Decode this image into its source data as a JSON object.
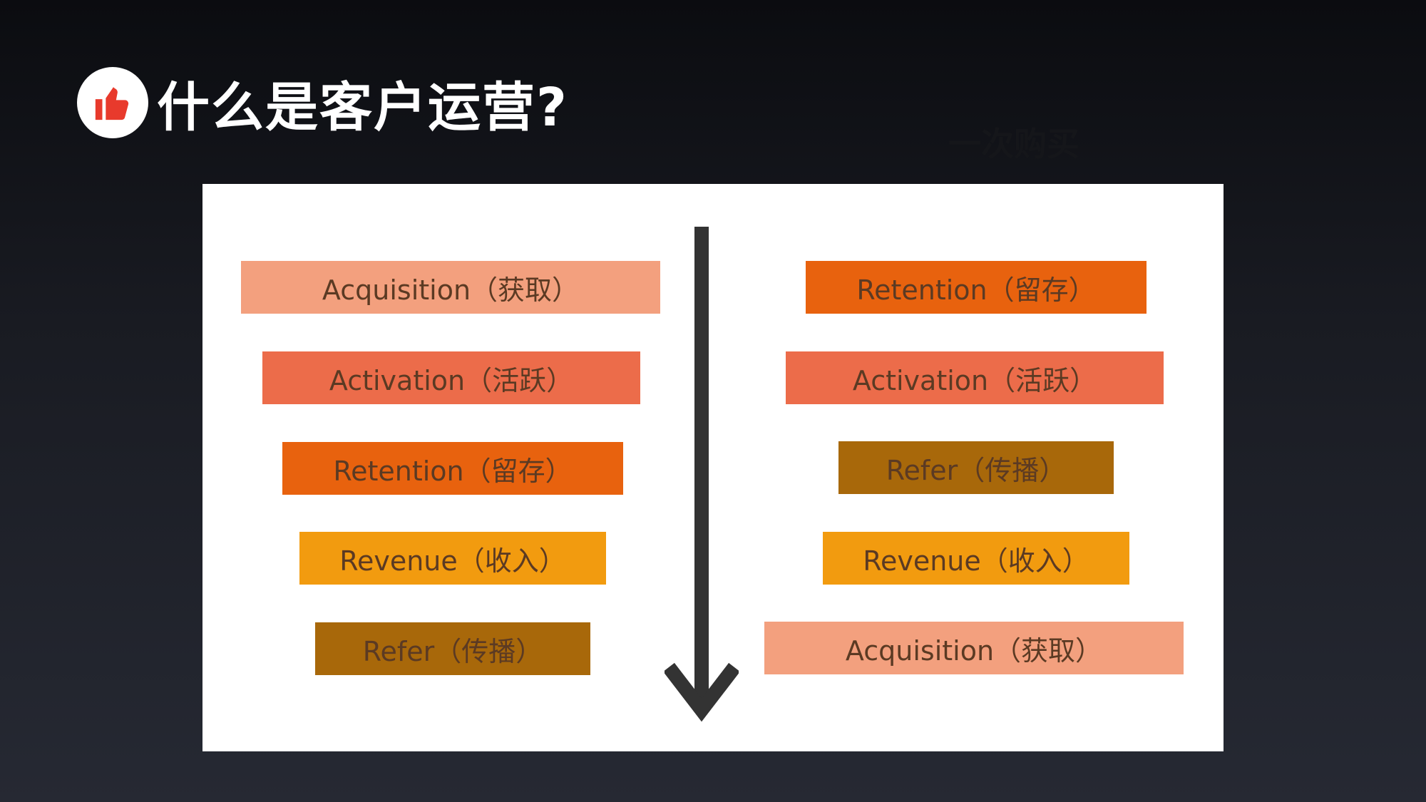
{
  "slide": {
    "title": "什么是客户运营?",
    "subtitle": "一次购买",
    "badge_icon": "thumbs-up-icon"
  },
  "colors": {
    "acquisition": "#f3a07e",
    "activation": "#ec6c4a",
    "retention": "#e8620e",
    "revenue": "#f29b0f",
    "refer": "#a8680a",
    "text": "#5b3a23",
    "arrow": "#333333",
    "badge_icon": "#e83a2c"
  },
  "funnels": {
    "left": [
      {
        "label": "Acquisition（获取）",
        "key": "acquisition"
      },
      {
        "label": "Activation（活跃）",
        "key": "activation"
      },
      {
        "label": "Retention（留存）",
        "key": "retention"
      },
      {
        "label": "Revenue（收入）",
        "key": "revenue"
      },
      {
        "label": "Refer（传播）",
        "key": "refer"
      }
    ],
    "right": [
      {
        "label": "Retention（留存）",
        "key": "retention"
      },
      {
        "label": "Activation（活跃）",
        "key": "activation"
      },
      {
        "label": "Refer（传播）",
        "key": "refer"
      },
      {
        "label": "Revenue（收入）",
        "key": "revenue"
      },
      {
        "label": "Acquisition（获取）",
        "key": "acquisition"
      }
    ]
  }
}
